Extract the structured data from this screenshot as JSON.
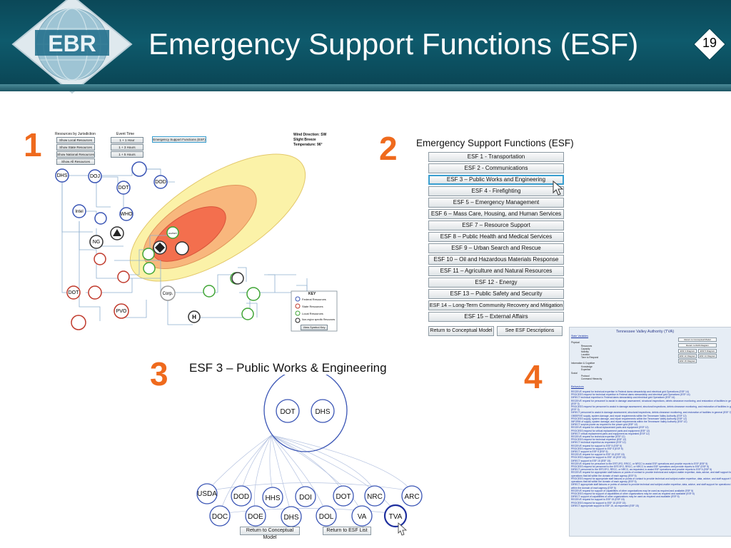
{
  "header": {
    "logo_text": "EBR",
    "title": "Emergency Support Functions (ESF)",
    "slide_number": "19"
  },
  "colors": {
    "header": "#0e5a6c",
    "accent": "#ef6a1d",
    "federal": "#3a55b5",
    "state": "#c0392b",
    "local": "#3fa535"
  },
  "steps": [
    "1",
    "2",
    "3",
    "4"
  ],
  "panel1": {
    "resources_label": "Resources by Jurisdiction",
    "event_time_label": "Event Time",
    "resource_buttons": [
      "Show Local Resources",
      "Show State Resources",
      "Show National Resources",
      "Show All Resources"
    ],
    "time_buttons": [
      "1 + 1 Hour",
      "1 + 3 Hours",
      "1 + 5 Hours"
    ],
    "esf_button": "Emergency Support Functions (ESF)",
    "wind_direction": "Wind Direction: SW",
    "wind_speed": "Slight Breeze",
    "temperature": "Temperature: 96°",
    "hazard_label": "HAZMAT",
    "nodes": [
      "DHS",
      "DOJ",
      "DOT",
      "DOD",
      "Intel",
      "WHO",
      "NG",
      "DOT",
      "PVO",
      "Corp."
    ],
    "key": {
      "title": "KEY",
      "items": [
        "Federal Resources",
        "State Resources",
        "Local Resources",
        "Non-region specific Resources"
      ],
      "button": "View Symbol Key"
    }
  },
  "panel2": {
    "title": "Emergency Support Functions (ESF)",
    "items": [
      "ESF 1 - Transportation",
      "ESF 2 - Communications",
      "ESF 3 – Public Works and Engineering",
      "ESF 4 - Firefighting",
      "ESF 5 – Emergency Management",
      "ESF 6 – Mass Care, Housing, and Human Services",
      "ESF 7 – Resource Support",
      "ESF 8 – Public Health and Medical Services",
      "ESF 9 – Urban Search and Rescue",
      "ESF 10 – Oil and Hazardous Materials Response",
      "ESF 11 – Agriculture and Natural Resources",
      "ESF 12 - Energy",
      "ESF 13 – Public Safety and Security",
      "ESF 14 – Long-Term Community Recovery and Mitigation",
      "ESF 15 – External Affairs"
    ],
    "selected_index": 2,
    "return_button": "Return to Conceptual Model",
    "see_button": "See ESF Descriptions"
  },
  "panel3": {
    "title": "ESF 3 – Public Works & Engineering",
    "hub_nodes": [
      "DOT",
      "DHS"
    ],
    "top_row": [
      "USDA",
      "DOD",
      "HHS",
      "DOI",
      "DOT",
      "NRC",
      "ARC"
    ],
    "bottom_row": [
      "DOC",
      "DOE",
      "DHS",
      "DOL",
      "VA",
      "TVA"
    ],
    "return_button": "Return to Conceptual Model",
    "esf_button": "Return to ESF List"
  },
  "panel4": {
    "title": "Tennessee Valley Authority (TVA)",
    "state_variables": "State Variables",
    "buttons": [
      "Return to Conceptual Model",
      "Return to DHS Diagram",
      "ESF 3 Diagram",
      "ESF 5 Diagram",
      "ESF 12 Diagram",
      "ESF 14 Diagram",
      "ESF 15 Diagram"
    ],
    "physical": "Physical",
    "physical_items": [
      "Resources",
      "Capacity",
      "Mobility",
      "Location",
      "Time to Respond"
    ],
    "info_cognitive": "Information & Cognitive",
    "info_items": [
      "Knowledge",
      "Expertise"
    ],
    "social": "Social",
    "social_items": [
      "Protocol",
      "Command Hierarchy"
    ],
    "behaviors": "Behaviors",
    "behavior_lines": [
      "RECEIVE request for technical expertise in Federal dams stewardship and electrical grid Operations (ESF 14)",
      "PROCESS request for technical expertise in Federal dams stewardship and electrical grid Operations (ESF 14)",
      "DIRECT technical expertise in Federal dams stewardship and electrical grid Operations (ESF 14)",
      "RECEIVE request for personnel to assist in damage assessment, structural inspections, debris clearance monitoring, and restoration of facilities in general (ESF 3)",
      "PROCESS request for personnel to assist in damage assessment, structural inspections, debris clearance monitoring, and restoration of facilities in general (ESF 3)",
      "DIRECT personnel to assist in damage assessment, structural inspections, debris clearance monitoring, and restoration of facilities in general (ESF 3)",
      "OBSERVE supply, system damage, and repair requirements within the Tennessee Valley Authority (ESF 12)",
      "PROCESS supply, system damage, and repair requirements within the Tennessee Valley Authority (ESF 12)",
      "INFORM of supply, system damage, and repair requirements within the Tennessee Valley Authority (ESF 12)",
      "DIRECT surplus power as required to the power grid (ESF 12)",
      "RECEIVE request for critical replacement parts and equipment (ESF 12)",
      "PROCESS request for critical replacement parts and equipment (ESF 12)",
      "DIRECT critical replacement parts and equipment as requested (ESF 12)",
      "RECEIVE request for technical expertise (ESF 12)",
      "PROCESS request for technical expertise (ESF 12)",
      "DIRECT technical expertise as requested (ESF 12)",
      "RECEIVE request for support to ESF 5 (ESF 5)",
      "PROCESS request for support to ESF 5 (ESF 5)",
      "DIRECT support to ESF 5 (ESF 5)",
      "RECEIVE request for support to ESF 15 (ESF 15)",
      "PROCESS request for support to ESF 15 (ESF 15)",
      "DIRECT support to ESF 15 (ESF 15)",
      "RECEIVE request for personnel to the ERT/JFO, RRCC, or NRCC to assist ESF operations and provide reports to ESF (ESF 5)",
      "PROCESS request for personnel to the ERT/JFO, RRCC, or NRCC to assist ESF operations and provide reports to ESF (ESF 5)",
      "DIRECT personnel to the ERT/JFO, RRCC, or NRCC, as requested, to assist ESF operations and provide reports to ESF 5 (ESF 5)",
      "RECEIVE request for appropriate staff liaisons or points of contact to provide technical and subject-matter expertise, data, advice, and staff support for operations that fall within the domain of each agency (ESF 5)",
      "PROCESS request for appropriate staff liaisons or points of contact to provide technical and subject-matter expertise, data, advice, and staff support for operations that fall within the domain of each agency (ESF 5)",
      "DIRECT appropriate staff liaisons or points of contact to provide technical and subject-matter expertise, data, advice, and staff support for operations that fall within the domain of each agency (ESF 5)",
      "RECEIVE request for support of capabilities of other organizations may be used as required and available (ESF 5)",
      "PROCESS request for support of capabilities of other organizations may be used as required and available (ESF 5)",
      "DIRECT support of capabilities of other organizations may be used as required and available (ESF 5)",
      "RECEIVE request for support to ESF 15 (ESF 15)",
      "PROCESS request for support to ESF 15 (ESF 15)",
      "DIRECT appropriate support to ESF 15, as requested (ESF 15)"
    ]
  }
}
